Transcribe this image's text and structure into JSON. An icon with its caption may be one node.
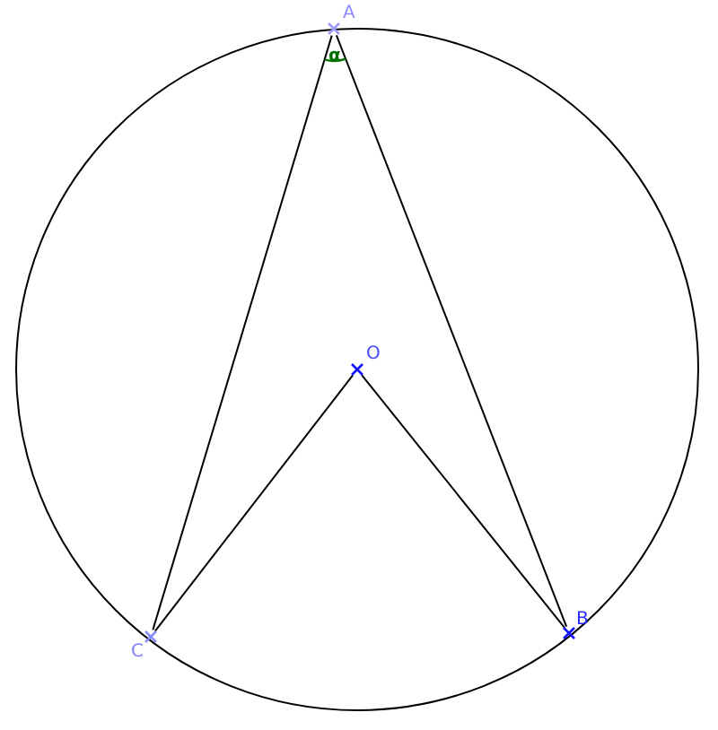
{
  "diagram": {
    "nodes": [
      {
        "text": [
          "A"
        ]
      },
      {
        "text": [
          "O"
        ]
      },
      {
        "text": [
          "B"
        ]
      },
      {
        "text": [
          "C"
        ]
      }
    ],
    "edges": [
      {
        "from": 0,
        "to": 3,
        "arrow": "none"
      },
      {
        "from": 0,
        "to": 2,
        "arrow": "none"
      },
      {
        "from": 1,
        "to": 3,
        "arrow": "none"
      },
      {
        "from": 1,
        "to": 2,
        "arrow": "none"
      }
    ],
    "labels": [
      "α"
    ]
  }
}
